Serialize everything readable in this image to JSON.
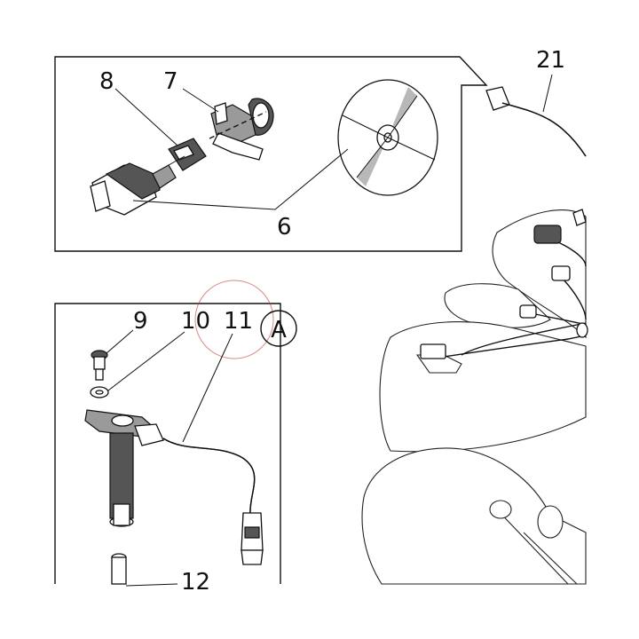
{
  "callouts": {
    "c6": "6",
    "c7": "7",
    "c8": "8",
    "c9": "9",
    "c10": "10",
    "c11": "11",
    "c12": "12",
    "c21": "21"
  },
  "view_label": "A",
  "highlight_color": "#c0392b"
}
